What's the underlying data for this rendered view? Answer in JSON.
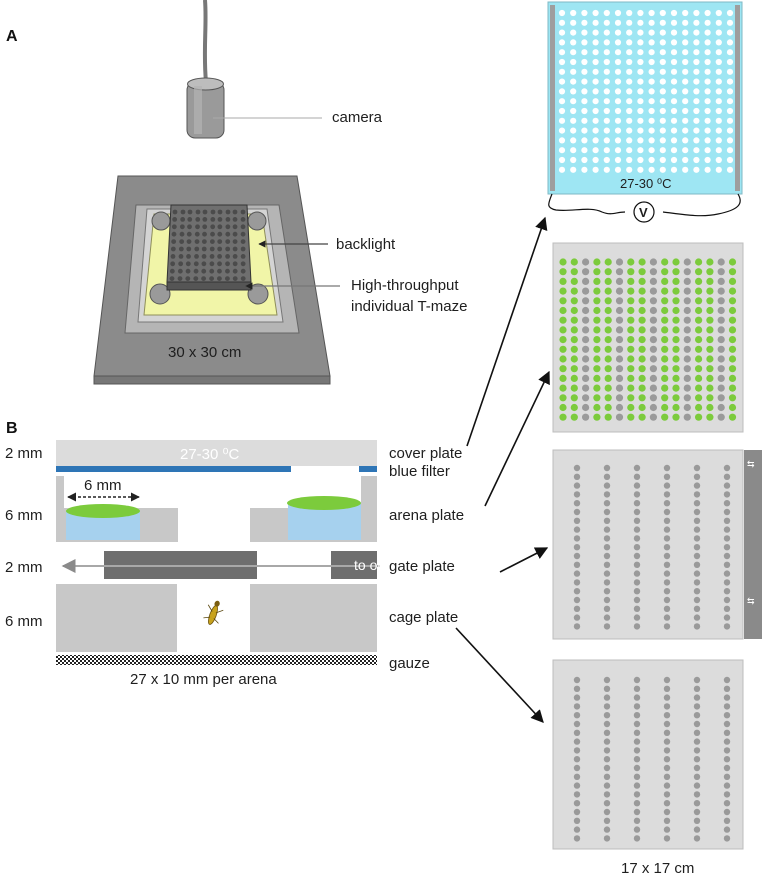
{
  "panels": {
    "a": "A",
    "b": "B"
  },
  "setup": {
    "camera": "camera",
    "backlight": "backlight",
    "tmaze_line1": "High-throughput",
    "tmaze_line2": "individual T-maze",
    "size": "30 x 30 cm"
  },
  "section": {
    "left_dims": [
      "2 mm",
      "6 mm",
      "2 mm",
      "6 mm"
    ],
    "temp": "27-30 ⁰C",
    "arena_diameter": "6 mm",
    "to_open": "to open",
    "bottom_caption": "27 x 10 mm per arena"
  },
  "plates": {
    "cover": "cover plate",
    "filter": "blue filter",
    "arena": "arena plate",
    "gate": "gate plate",
    "cage": "cage plate",
    "gauze": "gauze"
  },
  "right": {
    "temp_label": "27-30 ⁰C",
    "meter": "V",
    "size": "17 x 17 cm"
  },
  "colors": {
    "cyan": "#9ee6f3",
    "green": "#7ccb3c",
    "plate_gray": "#dcdcdc",
    "dot_gray": "#9a9a9a",
    "filter_blue": "#2e75b6",
    "water_blue": "#a6d1ee",
    "backlight_yellow": "#f1f5a8"
  }
}
